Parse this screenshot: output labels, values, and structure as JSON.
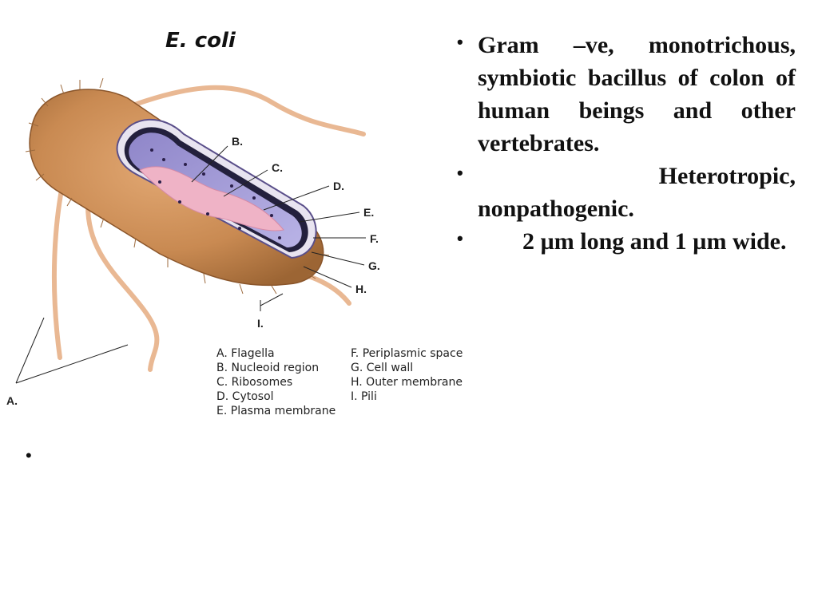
{
  "slide": {
    "title": "E. coli",
    "diagram": {
      "labels": [
        "A.",
        "B.",
        "C.",
        "D.",
        "E.",
        "F.",
        "G.",
        "H.",
        "I."
      ],
      "legend": [
        [
          "A. Flagella",
          "F. Periplasmic space"
        ],
        [
          "B. Nucleoid region",
          "G. Cell wall"
        ],
        [
          "C. Ribosomes",
          "H. Outer membrane"
        ],
        [
          "D. Cytosol",
          "I. Pili"
        ],
        [
          "E. Plasma membrane",
          ""
        ]
      ]
    },
    "bullets": [
      "Gram –ve, monotrichous, symbiotic bacillus of colon of human beings and other vertebrates.",
      "Heterotropic, nonpathogenic.",
      "2 µm long and 1 µm wide."
    ],
    "bullet_symbol": "•"
  }
}
